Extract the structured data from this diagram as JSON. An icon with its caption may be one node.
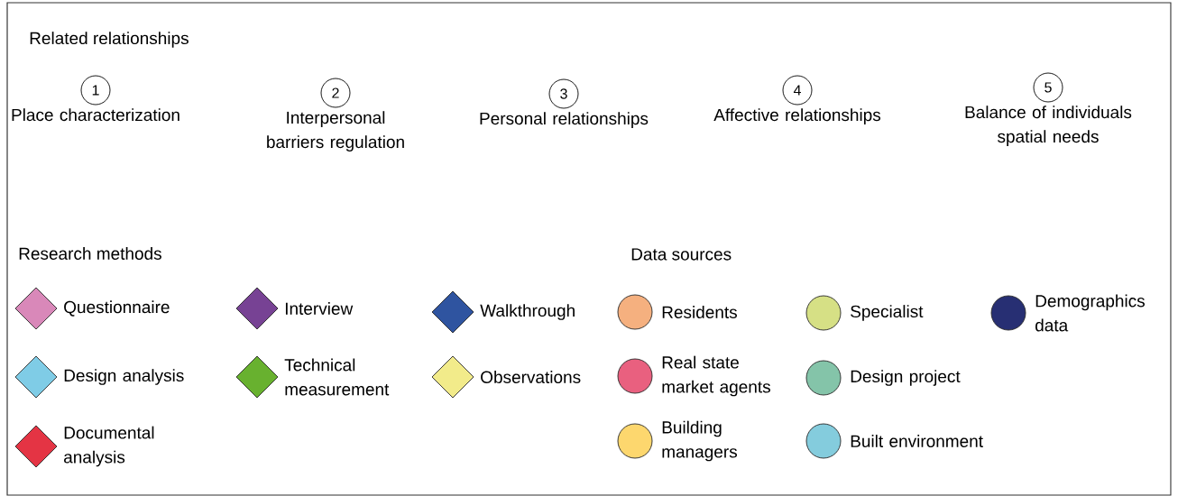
{
  "diagram": {
    "title": "Related relationships",
    "nodes": [
      {
        "text": [
          "1"
        ],
        "beside": [
          "Place characterization"
        ]
      },
      {
        "text": [
          "2"
        ],
        "beside": [
          "Interpersonal barriers regulation"
        ]
      },
      {
        "text": [
          "3"
        ],
        "beside": [
          "Personal relationships"
        ]
      },
      {
        "text": [
          "4"
        ],
        "beside": [
          "Affective relationships"
        ]
      },
      {
        "text": [
          "5"
        ],
        "beside": [
          "Balance of individuals spatial needs"
        ]
      }
    ],
    "labels": [
      "Research methods",
      "Data sources"
    ],
    "legend": [
      {
        "text": "Questionnaire",
        "color": "#d988b9"
      },
      {
        "text": "Interview",
        "color": "#774294"
      },
      {
        "text": "Walkthrough",
        "color": "#2f54a0"
      },
      {
        "text": "Design analysis",
        "color": "#7fcce6"
      },
      {
        "text": "Technical measurement",
        "color": "#68b12f"
      },
      {
        "text": "Observations",
        "color": "#f2eb8a"
      },
      {
        "text": "Documental analysis",
        "color": "#e43444"
      },
      {
        "text": "Residents",
        "color": "#f5b07f"
      },
      {
        "text": "Specialist",
        "color": "#d6e085"
      },
      {
        "text": "Demographics data",
        "color": "#272f73"
      },
      {
        "text": "Real state market agents",
        "color": "#e9607f"
      },
      {
        "text": "Design project",
        "color": "#84c4a9"
      },
      {
        "text": "Building managers",
        "color": "#fdd76e"
      },
      {
        "text": "Built environment",
        "color": "#84ccdd"
      }
    ]
  }
}
